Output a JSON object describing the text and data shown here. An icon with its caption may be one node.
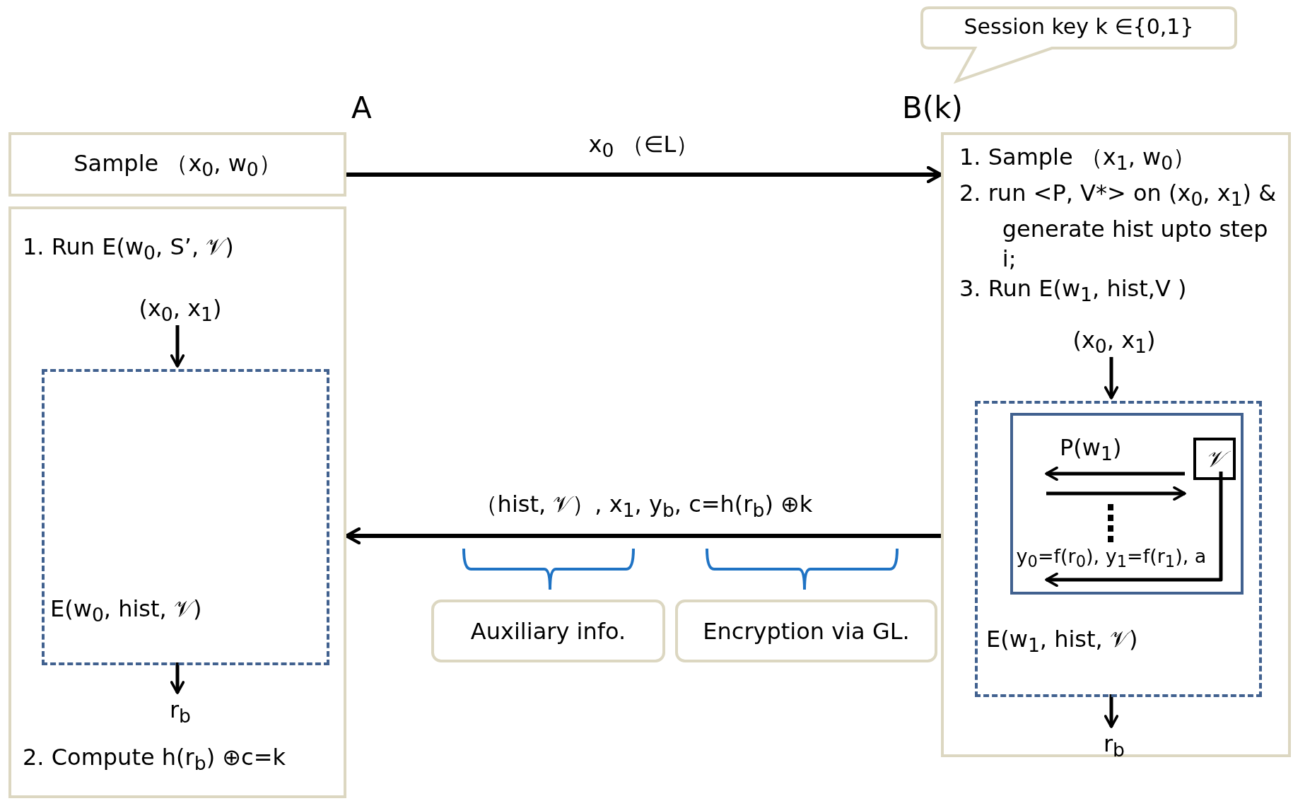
{
  "diagram": {
    "nodes": [
      {
        "text": [
          "Session key k ∈{0,1}"
        ]
      },
      {
        "text": [
          "Sample （x$_{0}$, w$_{0}$）"
        ]
      },
      {
        "text": [
          "1. Run E(w$_{0}$, S’, 𝒱)",
          "2. Compute h(r$_{b}$) ⊕c=k"
        ]
      },
      {
        "text": [
          "E(w$_{0}$, hist, 𝒱)"
        ],
        "in": 2
      },
      {
        "text": [
          "(x$_{0}$, x$_{1}$)"
        ],
        "in": 2
      },
      {
        "text": [
          "r$_{b}$"
        ],
        "in": 2
      },
      {
        "text": [
          "1. Sample （x$_{1}$, w$_{0}$）",
          "2. run <P, V*> on (x$_{0}$, x$_{1}$) & generate hist upto step i;",
          "3. Run E(w$_{1}$, hist,V )"
        ]
      },
      {
        "text": [
          "(x$_{0}$, x$_{1}$)"
        ],
        "in": 6
      },
      {
        "text": [
          "E(w$_{1}$, hist, 𝒱)"
        ],
        "in": 6
      },
      {
        "text": [
          "P(w$_{1}$)"
        ],
        "in": 8
      },
      {
        "text": [
          "𝒱"
        ],
        "in": 9
      },
      {
        "text": [
          "r$_{b}$"
        ],
        "in": 6
      },
      {
        "text": [
          "Auxiliary  info."
        ]
      },
      {
        "text": [
          "Encryption via GL."
        ]
      }
    ],
    "edges": [
      {
        "from": 1,
        "to": 6,
        "arrow": "to",
        "label": "x$_{0}$ （∈L）"
      },
      {
        "from": 6,
        "to": 2,
        "arrow": "to",
        "label": "（hist, 𝒱）, x$_{1}$, y$_{b}$, c=h(r$_{b}$) ⊕k"
      },
      {
        "from": 4,
        "to": 3,
        "arrow": "to"
      },
      {
        "from": 3,
        "to": 5,
        "arrow": "to"
      },
      {
        "from": 7,
        "to": 8,
        "arrow": "to"
      },
      {
        "from": 8,
        "to": 11,
        "arrow": "to"
      },
      {
        "from": 10,
        "to": null,
        "arrow": "to"
      },
      {
        "from": null,
        "to": 10,
        "arrow": "to"
      },
      {
        "from": 10,
        "to": null,
        "arrow": "to",
        "label": "y$_{0}$=f(r$_{0}$), y$_{1}$=f(r$_{1}$), a"
      }
    ],
    "labels": [
      "A",
      "B(k)"
    ]
  }
}
